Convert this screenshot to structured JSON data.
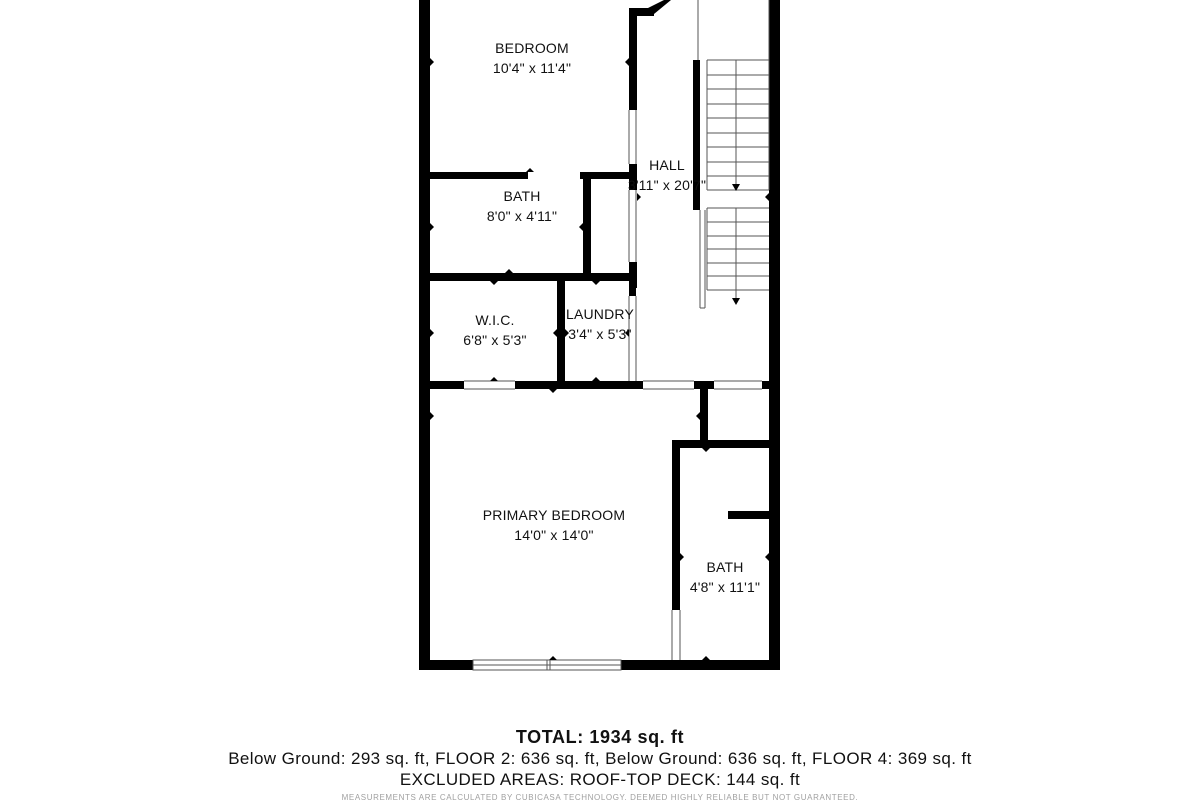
{
  "floorplan": {
    "rooms": [
      {
        "name": "BEDROOM",
        "dims": "10'4\" x 11'4\""
      },
      {
        "name": "HALL",
        "dims": "3'11\" x 20'7\""
      },
      {
        "name": "BATH",
        "dims": "8'0\" x 4'11\""
      },
      {
        "name": "W.I.C.",
        "dims": "6'8\" x 5'3\""
      },
      {
        "name": "LAUNDRY",
        "dims": "3'4\" x 5'3\""
      },
      {
        "name": "PRIMARY BEDROOM",
        "dims": "14'0\" x 14'0\""
      },
      {
        "name": "BATH",
        "dims": "4'8\" x 11'1\""
      }
    ],
    "colors": {
      "wall": "#000000",
      "background": "#ffffff",
      "line": "#555555"
    }
  },
  "footer": {
    "total": "TOTAL: 1934 sq. ft",
    "areas": "Below Ground: 293 sq. ft, FLOOR 2: 636 sq. ft, Below Ground: 636 sq. ft, FLOOR 4: 369 sq. ft",
    "excluded": "EXCLUDED AREAS: ROOF-TOP DECK: 144 sq. ft",
    "disclaimer": "MEASUREMENTS ARE CALCULATED BY CUBICASA TECHNOLOGY. DEEMED HIGHLY RELIABLE BUT NOT GUARANTEED."
  }
}
